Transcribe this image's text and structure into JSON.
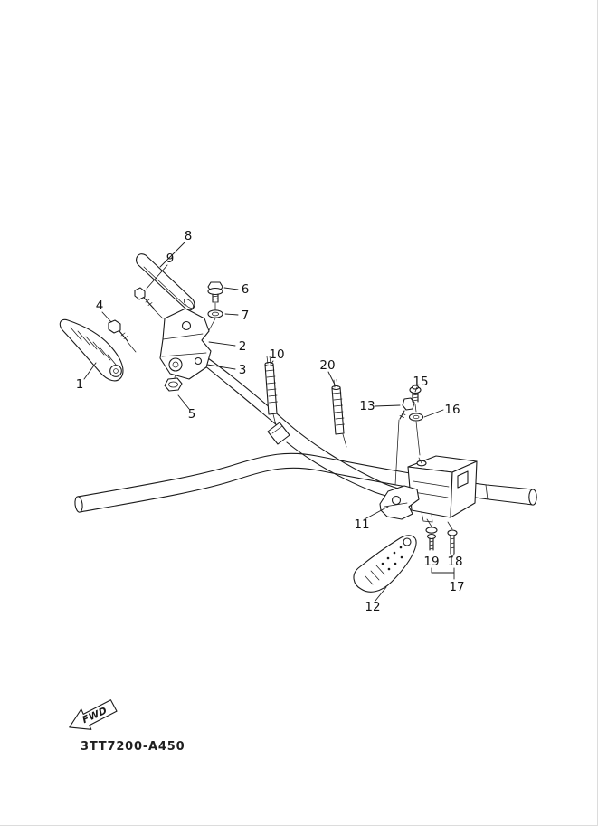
{
  "diagram": {
    "code": "3TT7200-A450",
    "fwd": "FWD",
    "background": "#ffffff",
    "line_color": "#1b1b1b",
    "parts": [
      {
        "id": 1,
        "label": "1"
      },
      {
        "id": 2,
        "label": "2"
      },
      {
        "id": 3,
        "label": "3"
      },
      {
        "id": 4,
        "label": "4"
      },
      {
        "id": 5,
        "label": "5"
      },
      {
        "id": 6,
        "label": "6"
      },
      {
        "id": 7,
        "label": "7"
      },
      {
        "id": 8,
        "label": "8"
      },
      {
        "id": 9,
        "label": "9"
      },
      {
        "id": 10,
        "label": "10"
      },
      {
        "id": 11,
        "label": "11"
      },
      {
        "id": 12,
        "label": "12"
      },
      {
        "id": 13,
        "label": "13"
      },
      {
        "id": 15,
        "label": "15"
      },
      {
        "id": 16,
        "label": "16"
      },
      {
        "id": 17,
        "label": "17"
      },
      {
        "id": 18,
        "label": "18"
      },
      {
        "id": 19,
        "label": "19"
      },
      {
        "id": 20,
        "label": "20"
      }
    ]
  }
}
